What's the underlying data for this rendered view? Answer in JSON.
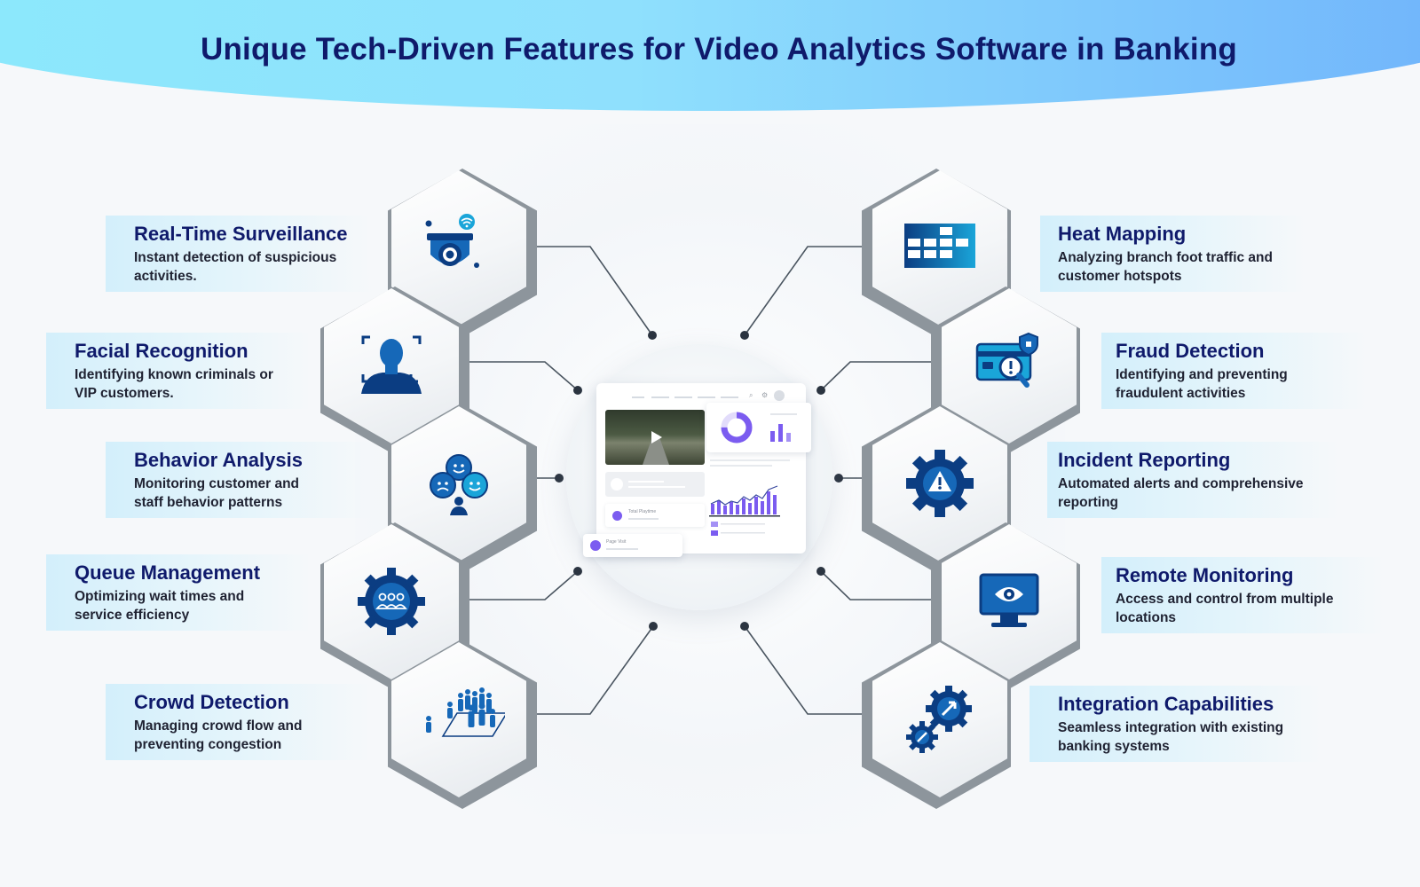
{
  "title": "Unique Tech-Driven Features for Video Analytics Software in Banking",
  "features_left": [
    {
      "title": "Real-Time Surveillance",
      "desc_line1": "Instant detection of suspicious",
      "desc_line2": "activities.",
      "icon": "surveillance-camera-icon"
    },
    {
      "title": "Facial Recognition",
      "desc_line1": "Identifying known criminals or",
      "desc_line2": "VIP customers.",
      "icon": "face-scan-icon"
    },
    {
      "title": "Behavior Analysis",
      "desc_line1": "Monitoring customer and",
      "desc_line2": "staff behavior patterns",
      "icon": "emotion-faces-icon"
    },
    {
      "title": "Queue Management",
      "desc_line1": "Optimizing wait times and",
      "desc_line2": "service efficiency",
      "icon": "people-gear-icon"
    },
    {
      "title": "Crowd Detection",
      "desc_line1": "Managing crowd flow and",
      "desc_line2": "preventing congestion",
      "icon": "crowd-icon"
    }
  ],
  "features_right": [
    {
      "title": "Heat Mapping",
      "desc_line1": "Analyzing branch foot traffic and",
      "desc_line2": "customer hotspots",
      "icon": "heat-map-grid-icon"
    },
    {
      "title": "Fraud Detection",
      "desc_line1": "Identifying and preventing",
      "desc_line2": "fraudulent activities",
      "icon": "card-shield-magnifier-icon"
    },
    {
      "title": "Incident Reporting",
      "desc_line1": "Automated alerts and comprehensive",
      "desc_line2": "reporting",
      "icon": "gear-alert-icon"
    },
    {
      "title": "Remote Monitoring",
      "desc_line1": "Access and control from multiple",
      "desc_line2": "locations",
      "icon": "monitor-eye-icon"
    },
    {
      "title": "Integration Capabilities",
      "desc_line1": "Seamless integration with existing",
      "desc_line2": "banking systems",
      "icon": "gears-icon"
    }
  ],
  "dashboard": {
    "total_playtime": "Total Playtime",
    "page_visit": "Page Visit"
  },
  "colors": {
    "title": "#0f1a6b",
    "icon_dark": "#0b3d82",
    "icon_mid": "#1668b8",
    "icon_light": "#1aa5d9",
    "accent_purple": "#7b5cf0"
  }
}
